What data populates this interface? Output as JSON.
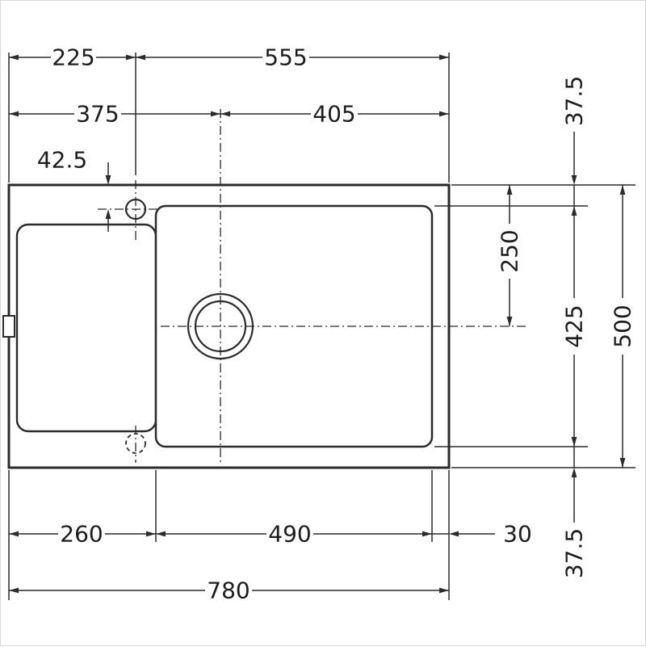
{
  "drawing": {
    "title": "sink-top-view-technical-drawing",
    "dims": {
      "left_section": "225",
      "right_section": "555",
      "left_to_drain_center": "375",
      "drain_center_to_right": "405",
      "tap_hole_from_top": "42.5",
      "top_rim": "37.5",
      "top_to_drain_center": "250",
      "bowl_depth": "425",
      "overall_depth": "500",
      "bottom_rim": "37.5",
      "left_to_bowl": "260",
      "bowl_width": "490",
      "right_rim": "30",
      "overall_width": "780"
    },
    "colors": {
      "line": "#2b2b2b",
      "text": "#1c1c1c",
      "background": "#ffffff"
    }
  }
}
